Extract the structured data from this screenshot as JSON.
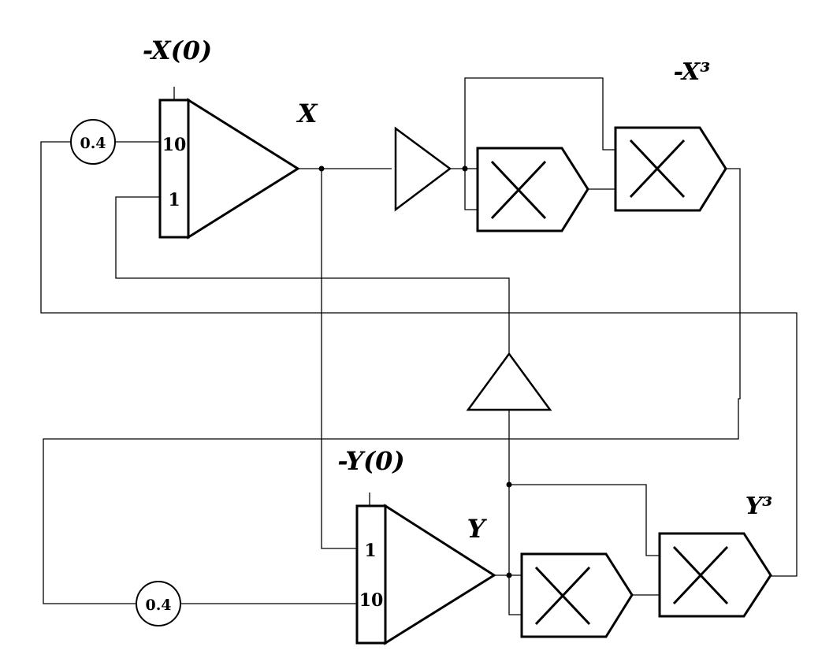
{
  "labels": {
    "x_initial": "-X(0)",
    "x_output": "X",
    "x_cubed": "-X³",
    "y_initial": "-Y(0)",
    "y_output": "Y",
    "y_cubed": "Y³"
  },
  "integrator_x": {
    "gain_top": "10",
    "gain_bottom": "1"
  },
  "integrator_y": {
    "gain_top": "1",
    "gain_bottom": "10"
  },
  "potentiometers": {
    "x_coef": "0.4",
    "y_coef": "0.4"
  },
  "colors": {
    "stroke": "#000000",
    "background": "#ffffff"
  }
}
